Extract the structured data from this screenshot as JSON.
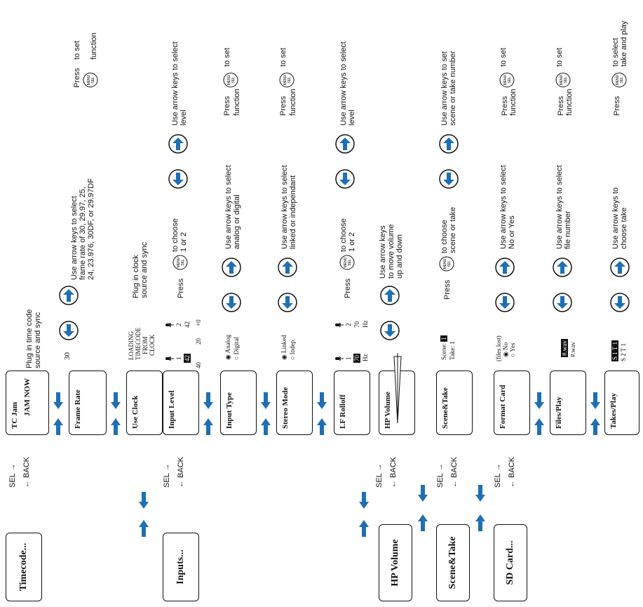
{
  "colors": {
    "arrow": "#1f6fb2",
    "ink": "#111111"
  },
  "left_menu": {
    "timecode": "Timecode...",
    "inputs": "Inputs...",
    "hp_volume": "HP Volume",
    "scene_take": "Scene&Take",
    "sd_card": "SD Card..."
  },
  "nav": {
    "sel": "SEL",
    "back": "BACK"
  },
  "submenu": {
    "tc_jam": "TC Jam",
    "jam_now": "JAM NOW",
    "frame_rate": "Frame Rate",
    "use_clock": "Use Clock",
    "input_level": "Input Level",
    "input_type": "Input Type",
    "stereo_mode": "Stereo Mode",
    "lf_rolloff": "LF Rolloff",
    "hp_volume": "HP Volume",
    "scene_take": "Scene&Take",
    "format_card": "Format Card",
    "files_play": "Files/Play",
    "takes_play": "Takes/Play"
  },
  "press_button": {
    "top": "MENU",
    "bottom": "SEL"
  },
  "rows": {
    "tc_jam": {
      "line1": "Plug in time code",
      "line2": "source and sync"
    },
    "frame_rate": {
      "value": "30",
      "line1": "Use arrow keys to select",
      "line2": "frame rate of 30, 29.97, 25,",
      "line3": "24, 23.976, 30DF, or 29.97DF",
      "press": "Press",
      "to_set": "to set",
      "function": "function"
    },
    "use_clock": {
      "loading1": "LOADING",
      "loading2": "TIMECODE",
      "loading3": "FROM",
      "loading4": "CLOCK",
      "line1": "Plug in clock",
      "line2": "source and sync"
    },
    "input_level": {
      "ch1": "1",
      "ch2": "2",
      "val1": "42",
      "val2": "42",
      "scale1": "40",
      "scale2": "20",
      "scale3": "+0",
      "press": "Press",
      "line1": "to choose",
      "line2": "1 or 2",
      "use1": "Use arrow keys to select",
      "use2": "level"
    },
    "input_type": {
      "opt1": "Analog",
      "opt2": "Digital",
      "use1": "Use arrow keys to select",
      "use2": "analog or digital",
      "press": "Press",
      "to_set": "to set",
      "function": "function"
    },
    "stereo_mode": {
      "opt1": "Linked",
      "opt2": "Indep.",
      "use1": "Use arrow keys to select",
      "use2": "linked or independant",
      "press": "Press",
      "to_set": "to set",
      "function": "function"
    },
    "lf_rolloff": {
      "ch1": "1",
      "ch2": "2",
      "val1": "70",
      "val2": "70",
      "unit1": "Hz",
      "unit2": "Hz",
      "press": "Press",
      "line1": "to choose",
      "line2": "1 or 2",
      "use1": "Use arrow keys to select",
      "use2": "level"
    },
    "hp_volume": {
      "line1": "Use arrow keys",
      "line2": "to move volume",
      "line3": "up and down"
    },
    "scene_take": {
      "scene_label": "Scene:",
      "take_label": "Take:",
      "scene_val": "1",
      "take_val": "1",
      "press": "Press",
      "line1": "to choose",
      "line2": "scene or take",
      "use1": "Use arrow keys to set",
      "use2": "scene or take number"
    },
    "format_card": {
      "lost": "(files lost)",
      "opt1": "No",
      "opt2": "Yes",
      "use1": "Use arrow keys to select",
      "use2": "No or Yes",
      "press": "Press",
      "to_set": "to set",
      "function": "function"
    },
    "files_play": {
      "file1": "#.wav",
      "file2": "#.wav",
      "use1": "Use arrow keys to select",
      "use2": "file number",
      "press": "Press",
      "to_set": "to set",
      "function": "function"
    },
    "takes_play": {
      "s1": "S",
      "n1": "1",
      "t1": "T",
      "m1": "1",
      "s2": "S",
      "n2": "2",
      "t2": "T",
      "m2": "1",
      "use1": "Use arrow keys to",
      "use2": "choose take",
      "press": "Press",
      "to_select": "to select",
      "take_play": "take and play"
    }
  }
}
